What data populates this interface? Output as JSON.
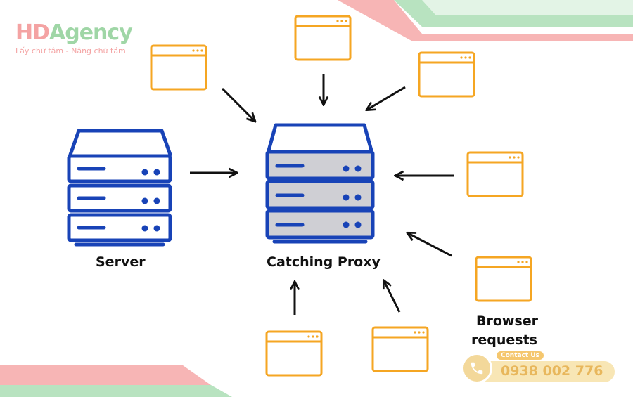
{
  "logo": {
    "brand_hd": "HD",
    "brand_agency": "Agency",
    "tagline": "Lấy chữ tâm - Nâng chữ tầm"
  },
  "labels": {
    "server": "Server",
    "proxy": "Catching Proxy",
    "browser_line1": "Browser",
    "browser_line2": "requests"
  },
  "contact": {
    "tag": "Contact Us",
    "phone": "0938 002 776"
  },
  "colors": {
    "server_blue": "#1843b7",
    "browser_orange": "#f5a623",
    "proxy_fill": "#cfcfd4",
    "accent_pink": "#f7b5b5",
    "accent_green": "#b8e3c0"
  },
  "icons": {
    "server": "server-rack-icon",
    "browser": "browser-window-icon",
    "phone": "phone-icon"
  }
}
